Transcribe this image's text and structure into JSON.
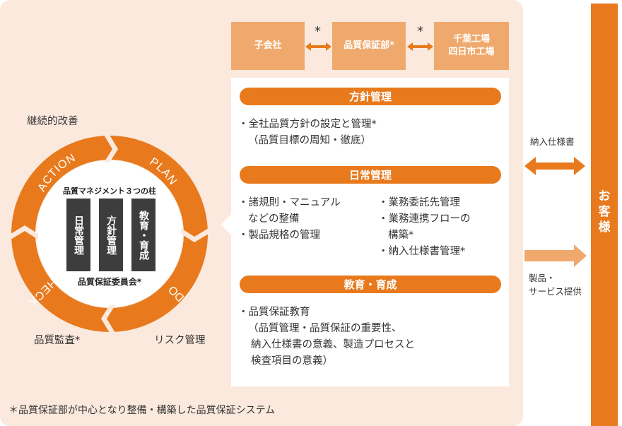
{
  "org": {
    "subsidiary": "子会社",
    "qa_dept": "品質保証部*",
    "factories": "千葉工場",
    "factories_2": "四日市工場",
    "star_left": "*",
    "star_right": "*"
  },
  "cycle": {
    "continuous": "継続的改善",
    "action": "ACTION",
    "plan": "PLAN",
    "do": "DO",
    "check": "CHECK",
    "center_title": "品質マネジメント３つの柱",
    "pillars": [
      "日常管理",
      "方針管理",
      "教育・育成"
    ],
    "committee": "品質保証委員会*",
    "audit": "品質監査*",
    "risk": "リスク管理"
  },
  "sections": {
    "policy": {
      "title": "方針管理",
      "lines": [
        "・全社品質方針の設定と管理*",
        "（品質目標の周知・徹底）"
      ]
    },
    "daily": {
      "title": "日常管理",
      "left": [
        "・諸規則・マニュアル",
        "などの整備",
        "・製品規格の管理"
      ],
      "right": [
        "・業務委託先管理",
        "・業務連携フローの",
        "構築*",
        "・納入仕様書管理*"
      ]
    },
    "education": {
      "title": "教育・育成",
      "lines": [
        "・品質保証教育",
        "（品質管理・品質保証の重要性、",
        "納入仕様書の意義、製造プロセスと",
        "検査項目の意義）"
      ]
    }
  },
  "customer": {
    "label": [
      "お",
      "客",
      "様"
    ],
    "spec": "納入仕様書",
    "products_1": "製品・",
    "products_2": "サービス提供"
  },
  "footnote": "＊品質保証部が中心となり整備・構築した品質保証システム",
  "colors": {
    "orange": "#e87a1d",
    "light_orange": "#f0a96c",
    "panel": "#fbe9dd",
    "pillar": "#3d3d3d"
  }
}
